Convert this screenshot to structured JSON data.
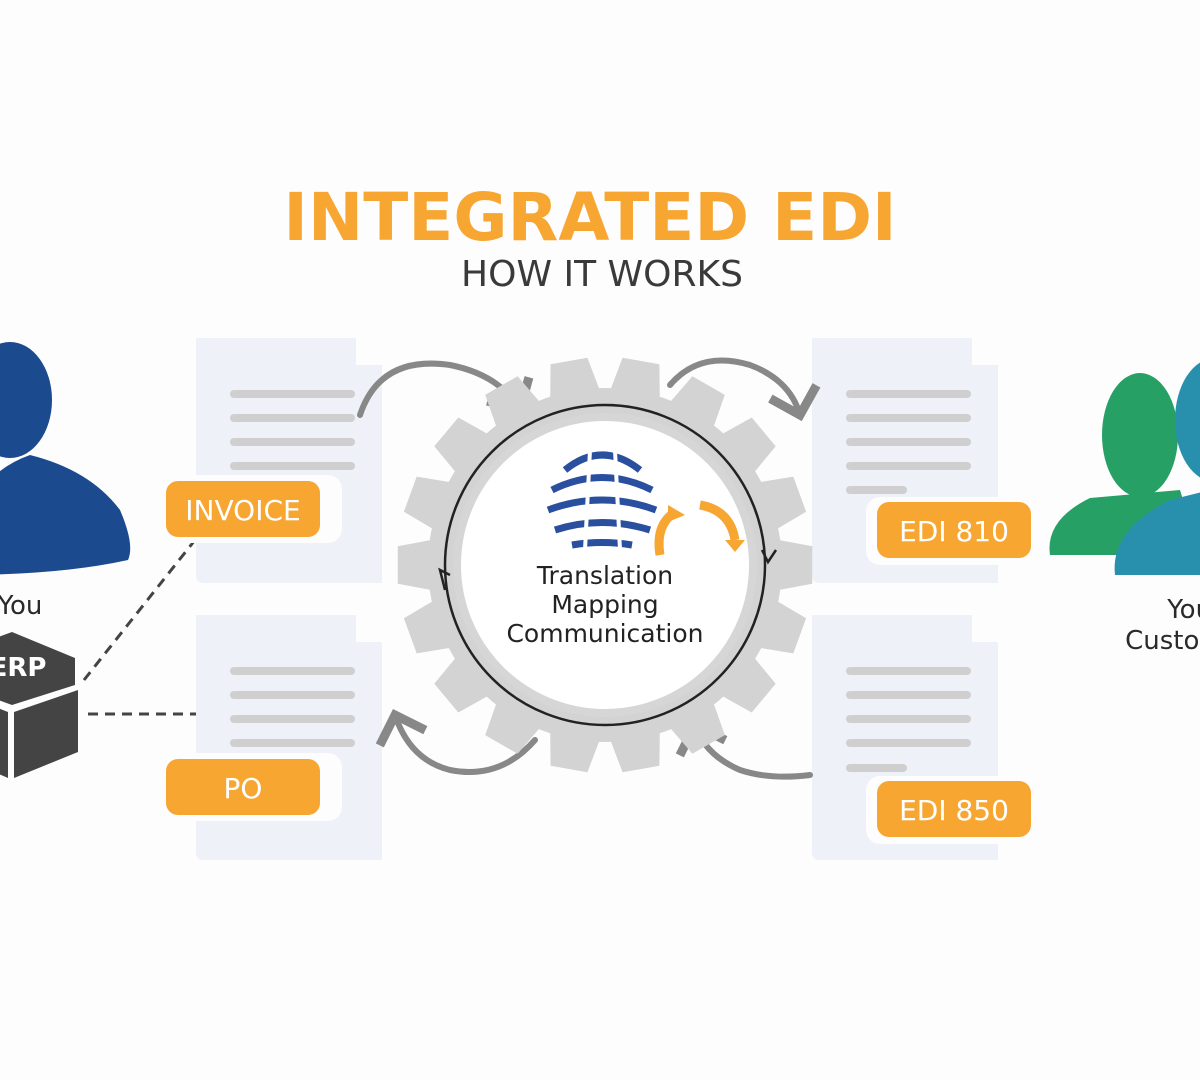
{
  "header": {
    "title": "INTEGRATED EDI",
    "subtitle": "HOW IT WORKS"
  },
  "parties": {
    "you": "You",
    "erp": "ERP",
    "customers_line1": "Your",
    "customers_line2": "Customers"
  },
  "documents": [
    {
      "label": "INVOICE"
    },
    {
      "label": "PO"
    },
    {
      "label": "EDI 810"
    },
    {
      "label": "EDI 850"
    }
  ],
  "gear": {
    "lines": [
      "Translation",
      "Mapping",
      "Communication"
    ]
  },
  "colors": {
    "accent": "#f7a631",
    "you": "#1b4a8e",
    "customer_green": "#27a065",
    "customer_blue": "#2890ad",
    "erp": "#444444"
  }
}
